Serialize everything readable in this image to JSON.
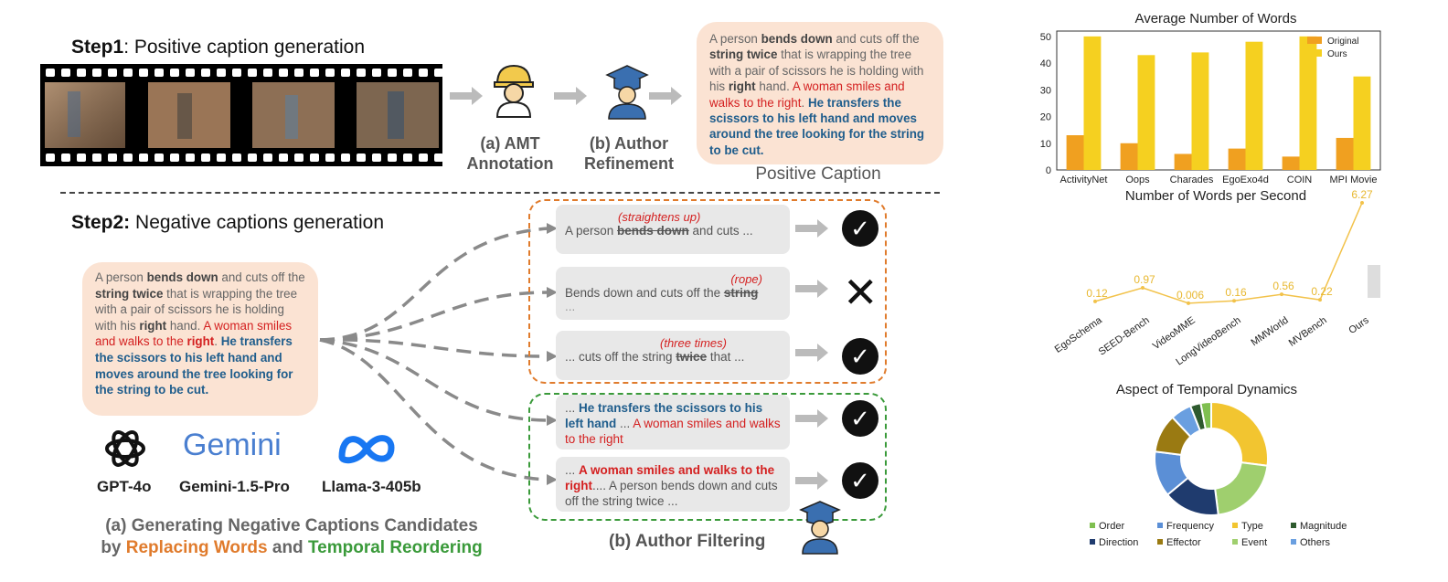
{
  "step1": {
    "prefix": "Step1",
    "rest": ":  Positive caption generation"
  },
  "step2": {
    "prefix": "Step2:",
    "rest": " Negative captions generation"
  },
  "pipeline": {
    "amt_line1": "(a) AMT",
    "amt_line2": "Annotation",
    "author_line1": "(b) Author",
    "author_line2": "Refinement",
    "positive_label": "Positive Caption"
  },
  "positive_caption": {
    "p1": "A person ",
    "b1": "bends down",
    "p2": " and cuts off the ",
    "b2": "string twice",
    "p3": " that is wrapping the tree with a pair of scissors he is holding with his ",
    "b3": "right",
    "p4": " hand. ",
    "red": "A woman smiles and walks to the right",
    "p5": ". ",
    "blue": "He transfers the scissors to his left hand and moves around the tree looking for the string to be cut."
  },
  "source_caption": {
    "p1": "A person ",
    "b1": "bends down",
    "p2": " and cuts off the ",
    "b2": "string twice",
    "p3": " that is wrapping the tree with a pair of scissors he is holding with his ",
    "b3": "right",
    "p4": " hand. ",
    "red": "A woman smiles and walks to the ",
    "red_b": "right",
    "p5": ". ",
    "blue": "He transfers the scissors to his left hand and moves around the tree looking for the string to be cut."
  },
  "candidates": [
    {
      "hint": "(straightens up)",
      "pre": "A person ",
      "strike": "bends down",
      "post": " and cuts ...",
      "result": "check"
    },
    {
      "hint": "(rope)",
      "pre": "Bends down and cuts off the ",
      "strike": "string",
      "post": "...",
      "result": "cross"
    },
    {
      "hint": "(three times)",
      "pre": "... cuts off the string ",
      "strike": "twice",
      "post": " that  ...",
      "result": "check"
    },
    {
      "pre": "... ",
      "blue": "He transfers the scissors to his left hand",
      "mid": " ... ",
      "red": "A woman smiles and walks to the right",
      "result": "check"
    },
    {
      "pre": "... ",
      "red": "A woman smiles and walks to the right",
      "post": ".... A person bends down and cuts off the string twice ...",
      "result": "check"
    }
  ],
  "marks": {
    "check": "✓",
    "cross": "✕"
  },
  "models": [
    "GPT-4o",
    "Gemini-1.5-Pro",
    "Llama-3-405b"
  ],
  "gemini_logo_text": "Gemini",
  "caption_a": {
    "line1": "(a) Generating Negative Captions Candidates",
    "by": "by ",
    "orange": "Replacing Words",
    "and": " and ",
    "green": "Temporal Reordering"
  },
  "caption_b": "(b) Author Filtering",
  "colors": {
    "orange": "#e07b2c",
    "green": "#3a9a3a",
    "red": "#d42020",
    "blue": "#1f5d8c",
    "bar_orig": "#f0a020",
    "bar_ours": "#f5d020"
  },
  "chart_data": [
    {
      "type": "bar",
      "title": "Average Number of Words",
      "categories": [
        "ActivityNet",
        "Oops",
        "Charades",
        "EgoExo4d",
        "COIN",
        "MPI Movie"
      ],
      "series": [
        {
          "name": "Original",
          "values": [
            13,
            10,
            6,
            8,
            5,
            12
          ]
        },
        {
          "name": "Ours",
          "values": [
            50,
            43,
            44,
            48,
            50,
            35
          ]
        }
      ],
      "yticks": [
        "0",
        "10",
        "20",
        "30",
        "40",
        "50"
      ],
      "ylim": [
        0,
        52
      ],
      "legend": "top-right"
    },
    {
      "type": "line",
      "title": "Number of Words per Second",
      "categories": [
        "EgoSchema",
        "SEED-Bench",
        "VideoMME",
        "LongVideoBench",
        "MMWorld",
        "MVBench",
        "Ours"
      ],
      "values": [
        0.12,
        0.97,
        0.006,
        0.16,
        0.56,
        0.22,
        6.27
      ],
      "labels": [
        "0.12",
        "0.97",
        "0.006",
        "0.16",
        "0.56",
        "0.22",
        "6.27"
      ]
    },
    {
      "type": "pie",
      "title": "Aspect of Temporal Dynamics",
      "donut": true,
      "slices": [
        {
          "name": "Type",
          "value": 27,
          "color": "#f2c530"
        },
        {
          "name": "Event",
          "value": 21,
          "color": "#9fcf6e"
        },
        {
          "name": "Direction",
          "value": 16,
          "color": "#1f3b6e"
        },
        {
          "name": "Frequency",
          "value": 13,
          "color": "#5b8fd6"
        },
        {
          "name": "Effector",
          "value": 11,
          "color": "#9a7a12"
        },
        {
          "name": "Others",
          "value": 6,
          "color": "#6a9fe0"
        },
        {
          "name": "Magnitude",
          "value": 3,
          "color": "#2e5a2e"
        },
        {
          "name": "Order",
          "value": 3,
          "color": "#7fbf50"
        }
      ],
      "legend_order": [
        "Order",
        "Frequency",
        "Type",
        "Magnitude",
        "Direction",
        "Effector",
        "Event",
        "Others"
      ]
    }
  ]
}
